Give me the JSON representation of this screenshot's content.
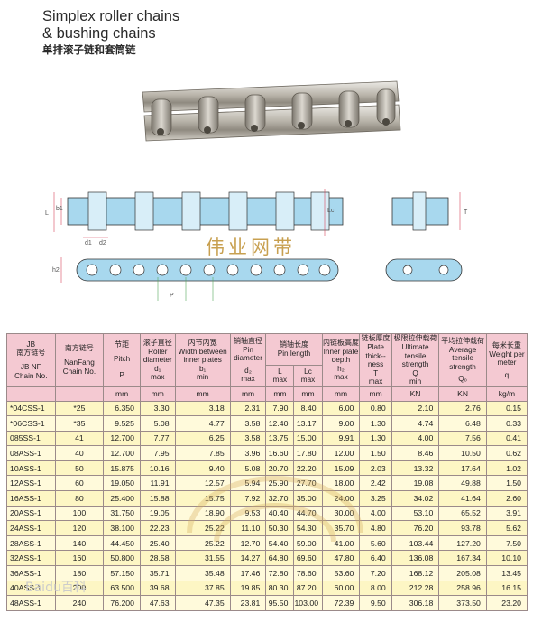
{
  "title": {
    "line1": "Simplex roller chains",
    "line2": "& bushing chains",
    "line3": "单排滚子链和套筒链"
  },
  "watermark": {
    "text": "伟业网带",
    "baidu": "Baidu百科"
  },
  "drawing_labels": {
    "b1": "b1",
    "d1": "d1",
    "d2": "d2",
    "L": "L",
    "Lc": "Lc",
    "h2": "h2",
    "P": "P",
    "T": "T"
  },
  "table": {
    "headers": {
      "c0_cn": "JB 南方链号",
      "c0_en1": "JB NF",
      "c0_en2": "Chain No.",
      "c1_cn": "南方链号",
      "c1_en": "NanFang Chain No.",
      "c2_cn": "节距",
      "c2_en": "Pitch",
      "c2_sym": "P",
      "c3_cn": "滚子直径",
      "c3_en": "Roller diameter",
      "c3_sym": "d₁",
      "c3_q": "max",
      "c4_cn": "内节内宽",
      "c4_en": "Width between inner plates",
      "c4_sym": "b₁",
      "c4_q": "min",
      "c5_cn": "销轴直径",
      "c5_en": "Pin diameter",
      "c5_sym": "d₂",
      "c5_q": "max",
      "c6_cn": "销轴长度",
      "c6_en": "Pin length",
      "c6a_sym": "L",
      "c6a_q": "max",
      "c6b_sym": "Lc",
      "c6b_q": "max",
      "c7_cn": "内链板高度",
      "c7_en": "Inner plate depth",
      "c7_sym": "h₂",
      "c7_q": "max",
      "c8_cn": "链板厚度",
      "c8_en": "Plate thick--ness",
      "c8_sym": "T",
      "c8_q": "max",
      "c9_cn": "极限拉伸载荷",
      "c9_en": "Ultimate tensile strength",
      "c9_sym": "Q",
      "c9_q": "min",
      "c10_cn": "平均拉伸载荷",
      "c10_en": "Average tensile strength",
      "c10_sym": "Q₀",
      "c11_cn": "每米长重",
      "c11_en": "Weight per meter",
      "c11_sym": "q"
    },
    "units": [
      "mm",
      "mm",
      "mm",
      "mm",
      "mm",
      "mm",
      "mm",
      "mm",
      "KN",
      "KN",
      "kg/m"
    ],
    "rows": [
      [
        "*04CSS-1",
        "*25",
        "6.350",
        "3.30",
        "3.18",
        "2.31",
        "7.90",
        "8.40",
        "6.00",
        "0.80",
        "2.10",
        "2.76",
        "0.15"
      ],
      [
        "*06CSS-1",
        "*35",
        "9.525",
        "5.08",
        "4.77",
        "3.58",
        "12.40",
        "13.17",
        "9.00",
        "1.30",
        "4.74",
        "6.48",
        "0.33"
      ],
      [
        "085SS-1",
        "41",
        "12.700",
        "7.77",
        "6.25",
        "3.58",
        "13.75",
        "15.00",
        "9.91",
        "1.30",
        "4.00",
        "7.56",
        "0.41"
      ],
      [
        "08ASS-1",
        "40",
        "12.700",
        "7.95",
        "7.85",
        "3.96",
        "16.60",
        "17.80",
        "12.00",
        "1.50",
        "8.46",
        "10.50",
        "0.62"
      ],
      [
        "10ASS-1",
        "50",
        "15.875",
        "10.16",
        "9.40",
        "5.08",
        "20.70",
        "22.20",
        "15.09",
        "2.03",
        "13.32",
        "17.64",
        "1.02"
      ],
      [
        "12ASS-1",
        "60",
        "19.050",
        "11.91",
        "12.57",
        "5.94",
        "25.90",
        "27.70",
        "18.00",
        "2.42",
        "19.08",
        "49.88",
        "1.50"
      ],
      [
        "16ASS-1",
        "80",
        "25.400",
        "15.88",
        "15.75",
        "7.92",
        "32.70",
        "35.00",
        "24.00",
        "3.25",
        "34.02",
        "41.64",
        "2.60"
      ],
      [
        "20ASS-1",
        "100",
        "31.750",
        "19.05",
        "18.90",
        "9.53",
        "40.40",
        "44.70",
        "30.00",
        "4.00",
        "53.10",
        "65.52",
        "3.91"
      ],
      [
        "24ASS-1",
        "120",
        "38.100",
        "22.23",
        "25.22",
        "11.10",
        "50.30",
        "54.30",
        "35.70",
        "4.80",
        "76.20",
        "93.78",
        "5.62"
      ],
      [
        "28ASS-1",
        "140",
        "44.450",
        "25.40",
        "25.22",
        "12.70",
        "54.40",
        "59.00",
        "41.00",
        "5.60",
        "103.44",
        "127.20",
        "7.50"
      ],
      [
        "32ASS-1",
        "160",
        "50.800",
        "28.58",
        "31.55",
        "14.27",
        "64.80",
        "69.60",
        "47.80",
        "6.40",
        "136.08",
        "167.34",
        "10.10"
      ],
      [
        "36ASS-1",
        "180",
        "57.150",
        "35.71",
        "35.48",
        "17.46",
        "72.80",
        "78.60",
        "53.60",
        "7.20",
        "168.12",
        "205.08",
        "13.45"
      ],
      [
        "40ASS-1",
        "200",
        "63.500",
        "39.68",
        "37.85",
        "19.85",
        "80.30",
        "87.20",
        "60.00",
        "8.00",
        "212.28",
        "258.96",
        "16.15"
      ],
      [
        "48ASS-1",
        "240",
        "76.200",
        "47.63",
        "47.35",
        "23.81",
        "95.50",
        "103.00",
        "72.39",
        "9.50",
        "306.18",
        "373.50",
        "23.20"
      ]
    ]
  },
  "colors": {
    "header_pink": "#f4c9d2",
    "row_yellow": "#fdf6c4",
    "row_light": "#fffadb",
    "drawing_blue": "#a8d8ee",
    "dim_red": "#d7475e",
    "dim_green": "#56a85c",
    "watermark": "#c8a050"
  }
}
